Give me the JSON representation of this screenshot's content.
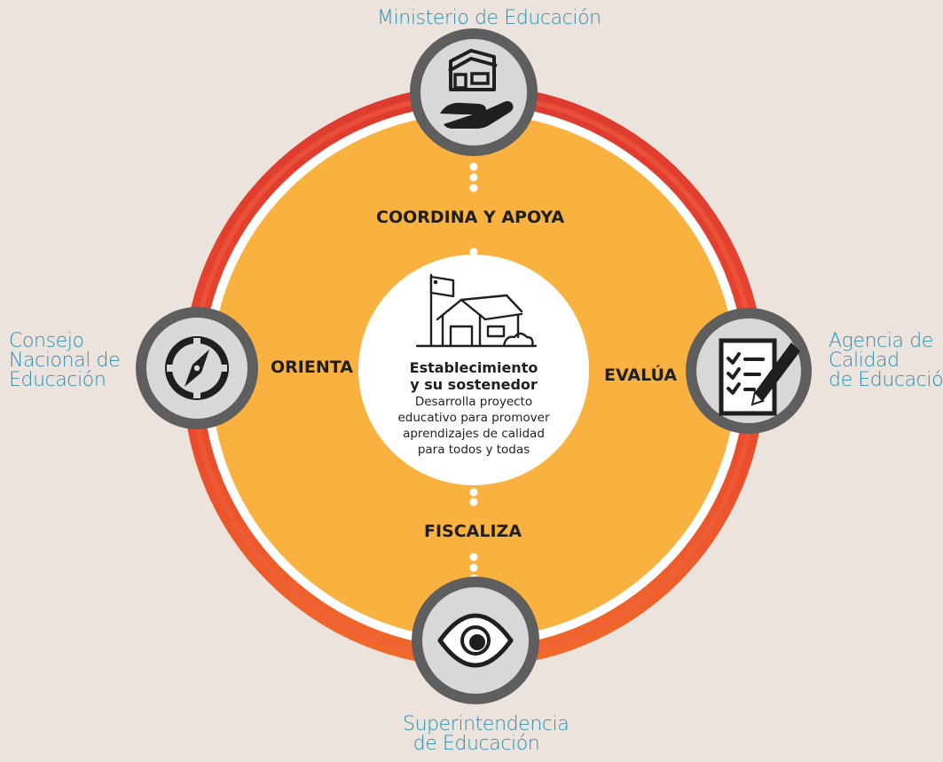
{
  "agencies": {
    "top": {
      "lines": [
        "Ministerio de Educación"
      ],
      "icon": "house-in-hand-icon"
    },
    "left": {
      "lines": [
        "Consejo",
        "Nacional de",
        "Educación"
      ],
      "icon": "compass-icon"
    },
    "right": {
      "lines": [
        "Agencia de",
        "Calidad",
        "de Educación"
      ],
      "icon": "checklist-pencil-icon"
    },
    "bottom": {
      "lines": [
        "Superintendencia",
        "de Educación"
      ],
      "icon": "eye-icon"
    }
  },
  "actions": {
    "top": "COORDINA Y APOYA",
    "left": "ORIENTA",
    "right": "EVALÚA",
    "bottom": "FISCALIZA"
  },
  "center": {
    "title_lines": [
      "Establecimiento",
      "y su sostenedor"
    ],
    "description_lines": [
      "Desarrolla proyecto",
      "educativo para promover",
      "aprendizajes de calidad",
      "para todos y todas"
    ],
    "icon": "school-building-icon"
  },
  "colors": {
    "background": "#ebe3dc",
    "ring_top": "#e03a2f",
    "ring_bottom": "#ef5f2c",
    "inner_disc": "#f9b13f",
    "node_border": "#5e5e5e",
    "node_fill": "#d9d9d9",
    "label_text": "#2a8fb6"
  }
}
